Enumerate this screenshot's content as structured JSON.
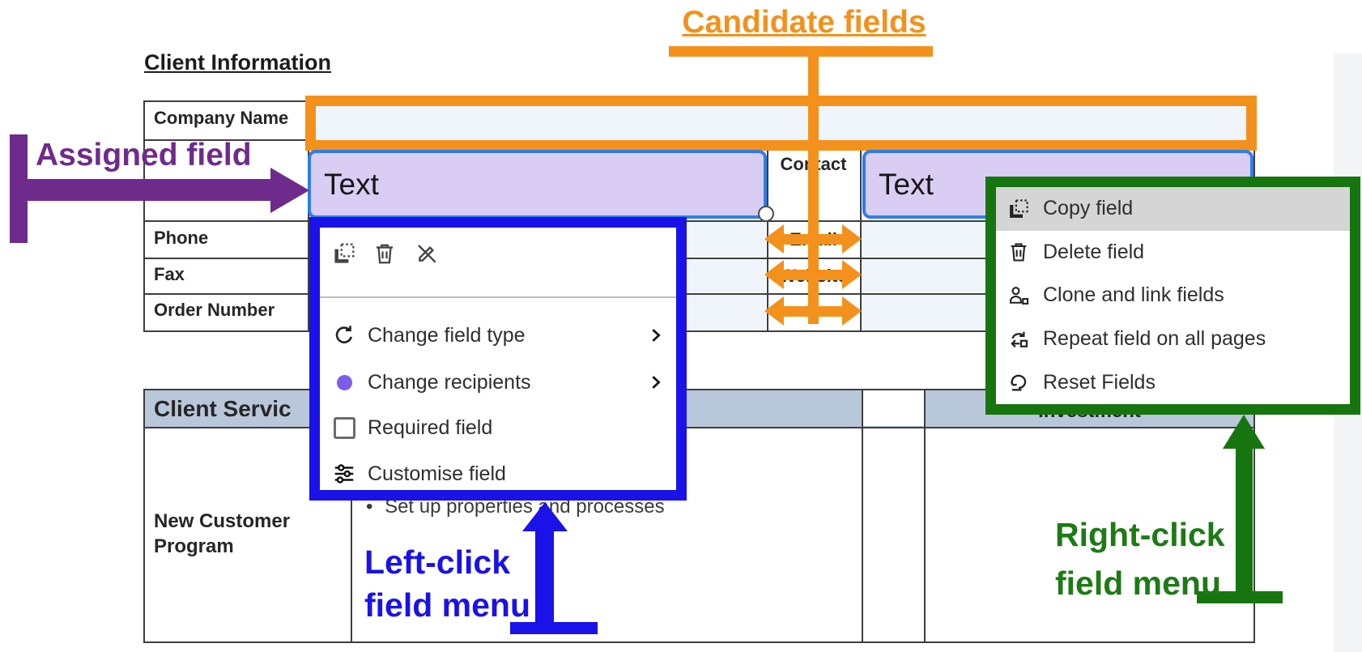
{
  "colors": {
    "orange": "#F3911C",
    "purple": "#6E2B8B",
    "blue": "#1A12E8",
    "green": "#17750F",
    "assigned_field_fill": "#D9CDF3",
    "assigned_field_border": "#2E7DE9",
    "candidate_field_fill": "#F0F5FB",
    "table_header_bg": "#B9C7DB",
    "menu_highlight": "#D5D5D5"
  },
  "annotations": {
    "candidate": {
      "label": "Candidate fields"
    },
    "assigned": {
      "label": "Assigned field"
    },
    "left_click": {
      "line1": "Left-click",
      "line2": "field menu"
    },
    "right_click": {
      "line1": "Right-click",
      "line2": "field menu"
    }
  },
  "document": {
    "title": "Client Information",
    "client_table": {
      "row_labels": [
        "Company Name",
        "Phone",
        "Fax",
        "Order Number"
      ],
      "contact_labels": [
        "Contact",
        "Email",
        "Website"
      ]
    },
    "assigned_fields": {
      "field1_value": "Text",
      "field2_value": "Text"
    },
    "services_table": {
      "header_left": "Client Servic",
      "header_right": "Investment",
      "row_label_line1": "New Customer",
      "row_label_line2": "Program",
      "bullet_marker": "•",
      "bullet": "Set up properties and processes"
    }
  },
  "left_click_menu": {
    "items": [
      {
        "label": "Change field type",
        "submenu": true
      },
      {
        "label": "Change recipients",
        "submenu": true
      },
      {
        "label": "Required field",
        "submenu": false
      },
      {
        "label": "Customise field",
        "submenu": false
      }
    ]
  },
  "right_click_menu": {
    "items": [
      {
        "label": "Copy field",
        "highlighted": true
      },
      {
        "label": "Delete field",
        "highlighted": false
      },
      {
        "label": "Clone and link fields",
        "highlighted": false
      },
      {
        "label": "Repeat field on all pages",
        "highlighted": false
      },
      {
        "label": "Reset Fields",
        "highlighted": false
      }
    ]
  }
}
